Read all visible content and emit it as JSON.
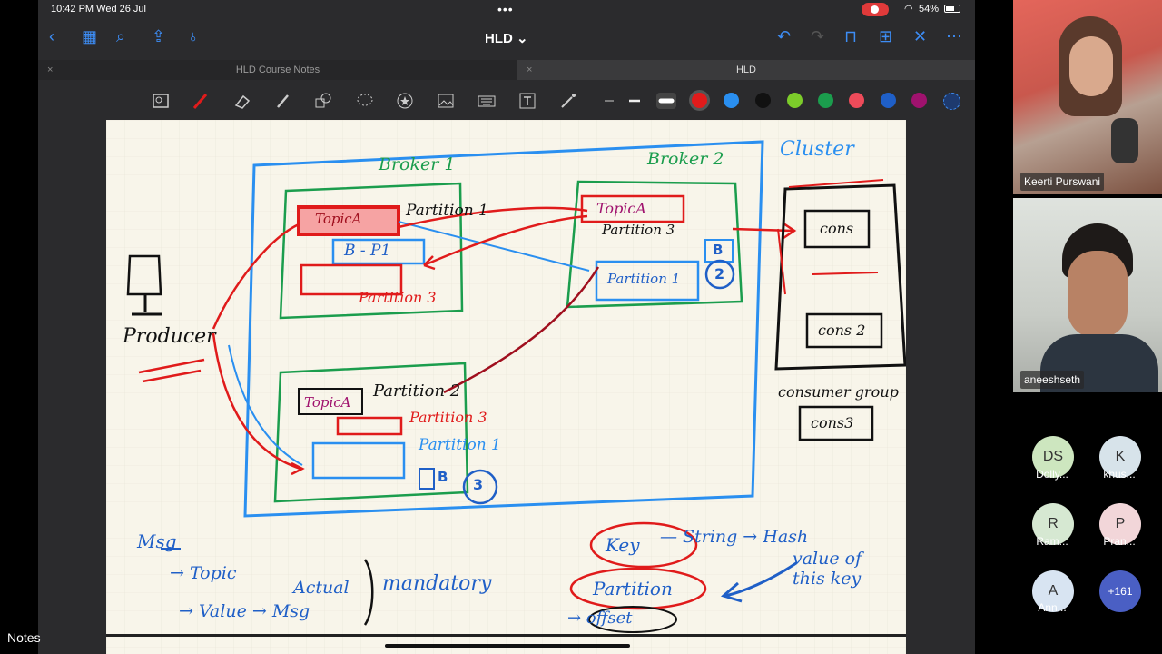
{
  "status": {
    "time": "10:42 PM  Wed 26 Jul",
    "battery": "54%"
  },
  "nav": {
    "title": "HLD ⌄"
  },
  "tabs": [
    {
      "label": "HLD Course Notes"
    },
    {
      "label": "HLD"
    }
  ],
  "toolbar": {
    "colors": [
      "#e01b1b",
      "#2a8ff0",
      "#111111",
      "#7ccc2a",
      "#1b9d4d",
      "#ee4b5a",
      "#1f5fc7",
      "#a0126e"
    ]
  },
  "board": {
    "broker1": "Broker 1",
    "broker2": "Broker 2",
    "cluster": "Cluster",
    "topicA": "TopicA",
    "topicA2": "TopicA",
    "topicA3": "TopicA",
    "partition1": "Partition 1",
    "b_p1": "B - P1",
    "partition3a": "Partition 3",
    "partition3b": "Partition 3",
    "partition2": "Partition 2",
    "partition1b": "Partition 1",
    "partition3c": "Partition 3",
    "partition1c": "Partition 1",
    "b": "B",
    "two": "2",
    "b3": "B",
    "three": "3",
    "producer": "Producer",
    "cons1": "cons",
    "cons2": "cons 2",
    "cons3": "cons3",
    "consumer_group": "consumer group",
    "msg": "Msg",
    "topic": "→ Topic",
    "value": "→ Value → Msg",
    "actual": "Actual",
    "mandatory": "mandatory",
    "key": "Key",
    "string": "— String → Hash",
    "value_of": "value of",
    "this_key": "this key",
    "partition_note": "Partition",
    "offset": "→ offset"
  },
  "notes_label": "Notes",
  "participants": {
    "video1": "Keerti Purswani",
    "video2": "aneeshseth",
    "tiles": [
      {
        "initials": "DS",
        "name": "Dolly...",
        "color": "#cde6bf"
      },
      {
        "initials": "K",
        "name": "khus...",
        "color": "#d7e3ea"
      },
      {
        "initials": "R",
        "name": "Ram...",
        "color": "#d6e8d2"
      },
      {
        "initials": "P",
        "name": "Pran...",
        "color": "#f2d6d9"
      },
      {
        "initials": "A",
        "name": "Ann...",
        "color": "#d8e4f2"
      },
      {
        "initials": "+161",
        "name": "",
        "color": "#4a5fc4"
      }
    ]
  }
}
